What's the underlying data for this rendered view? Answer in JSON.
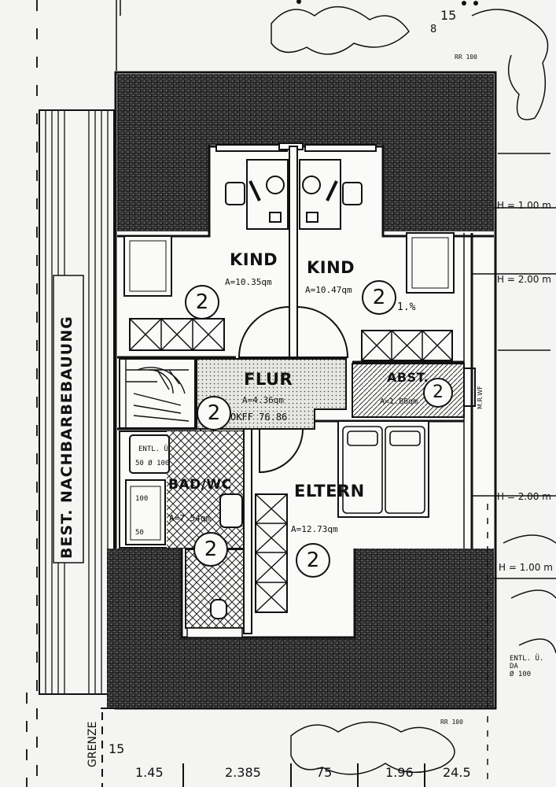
{
  "rooms": {
    "kind_left": {
      "name": "KIND",
      "area": "A=10.35qm",
      "number": "2"
    },
    "kind_right": {
      "name": "KIND",
      "area": "A=10.47qm",
      "number": "2"
    },
    "flur": {
      "name": "FLUR",
      "area": "A=4.36qm",
      "number": "2",
      "okff": "OKFF 76.86"
    },
    "abst": {
      "name": "ABST.",
      "area": "A=1.86qm",
      "number": "2"
    },
    "bad": {
      "name": "BAD/WC",
      "area": "A=7.54qm",
      "number": "2"
    },
    "eltern": {
      "name": "ELTERN",
      "area": "A=12.73qm",
      "number": "2"
    }
  },
  "neighbor_label": "BEST. NACHBARBEBAUUNG",
  "boundary_label": "GRENZE",
  "heights": [
    "H = 1.00 m",
    "H = 2.00 m",
    "H = 2.00 m",
    "H = 1.00 m"
  ],
  "misc": {
    "slope": "1.%",
    "entl_top": "ENTL. Ü. DA",
    "entl_top_size": "Ø 100",
    "entl_bad": "ENTL. Ü",
    "entl_bad_size": "50 Ø 100",
    "tub_100": "100",
    "tub_50": "50",
    "rr_top": "RR 100",
    "rr_bottom": "RR 100",
    "top_15": "15",
    "top_8": "8",
    "side_fl": "M.R.WF"
  },
  "dimensions": [
    "15",
    "1.45",
    "2.385",
    "75",
    "1.96",
    "24.5"
  ]
}
